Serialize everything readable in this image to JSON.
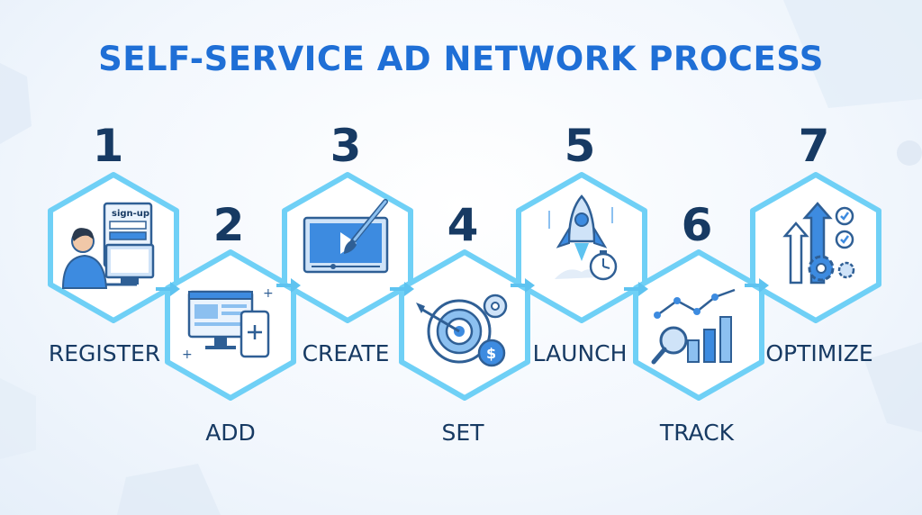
{
  "title": "SELF-SERVICE AD NETWORK PROCESS",
  "steps": [
    {
      "number": "1",
      "label": "REGISTER",
      "icon": "user-signup-icon",
      "form_text": "sign-up"
    },
    {
      "number": "2",
      "label": "ADD",
      "icon": "website-app-icon"
    },
    {
      "number": "3",
      "label": "CREATE",
      "icon": "creative-design-icon"
    },
    {
      "number": "4",
      "label": "SET",
      "icon": "target-budget-icon"
    },
    {
      "number": "5",
      "label": "LAUNCH",
      "icon": "rocket-launch-icon"
    },
    {
      "number": "6",
      "label": "TRACK",
      "icon": "analytics-tracking-icon"
    },
    {
      "number": "7",
      "label": "OPTIMIZE",
      "icon": "optimize-growth-icon"
    }
  ],
  "colors": {
    "accent": "#1f6fd6",
    "text": "#173a63",
    "hex_border": "#5ec3f0",
    "icon_blue": "#3d8be0"
  }
}
